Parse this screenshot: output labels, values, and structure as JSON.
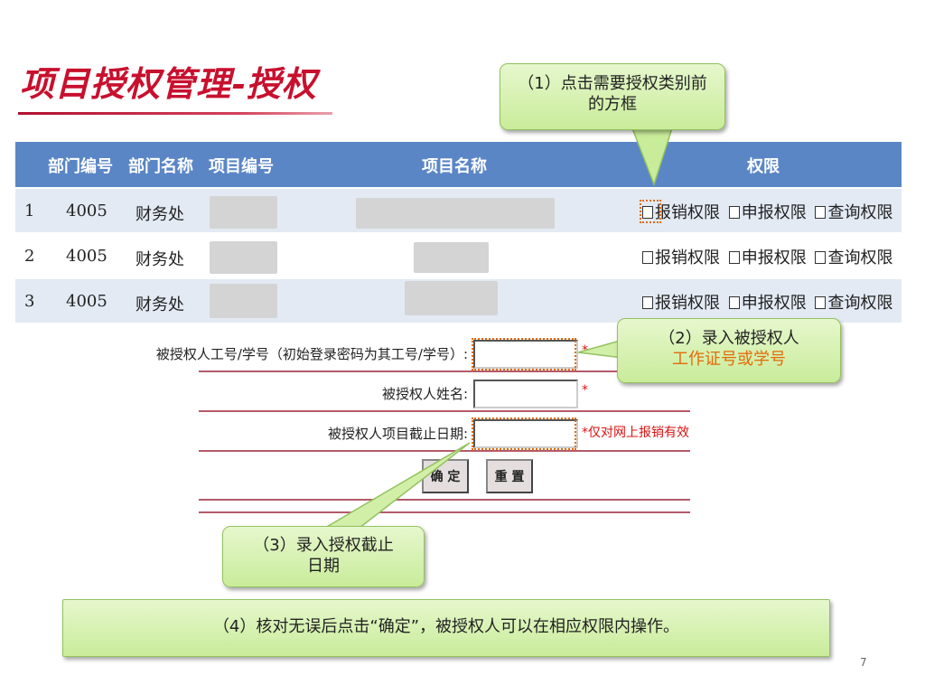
{
  "slide": {
    "title": "项目授权管理-授权",
    "page_number": "7"
  },
  "table": {
    "headers": {
      "dept_code": "部门编号",
      "dept_name": "部门名称",
      "project_code": "项目编号",
      "project_name": "项目名称",
      "permission": "权限"
    },
    "rows": [
      {
        "index": "1",
        "dept_code": "4005",
        "dept_name": "财务处"
      },
      {
        "index": "2",
        "dept_code": "4005",
        "dept_name": "财务处"
      },
      {
        "index": "3",
        "dept_code": "4005",
        "dept_name": "财务处"
      }
    ],
    "permission_options": [
      "报销权限",
      "申报权限",
      "查询权限"
    ]
  },
  "form": {
    "id_label": "被授权人工号/学号（初始登录密码为其工号/学号）:",
    "name_label": "被授权人姓名:",
    "date_label": "被授权人项目截止日期:",
    "required_mark": "*",
    "date_note": "*仅对网上报销有效",
    "confirm_button": "确 定",
    "reset_button": "重 置"
  },
  "callouts": {
    "step1": "（1）点击需要授权类别前的方框",
    "step2_line1": "（2）录入被授权人",
    "step2_line2": "工作证号或学号",
    "step3": "（3）录入授权截止日期",
    "step4": "（4）核对无误后点击“确定”，被授权人可以在相应权限内操作。"
  },
  "colors": {
    "title_red": "#c8102e",
    "header_blue": "#5b86c6",
    "callout_green": "#c9ec9a",
    "highlight_orange": "#e46c0a"
  }
}
